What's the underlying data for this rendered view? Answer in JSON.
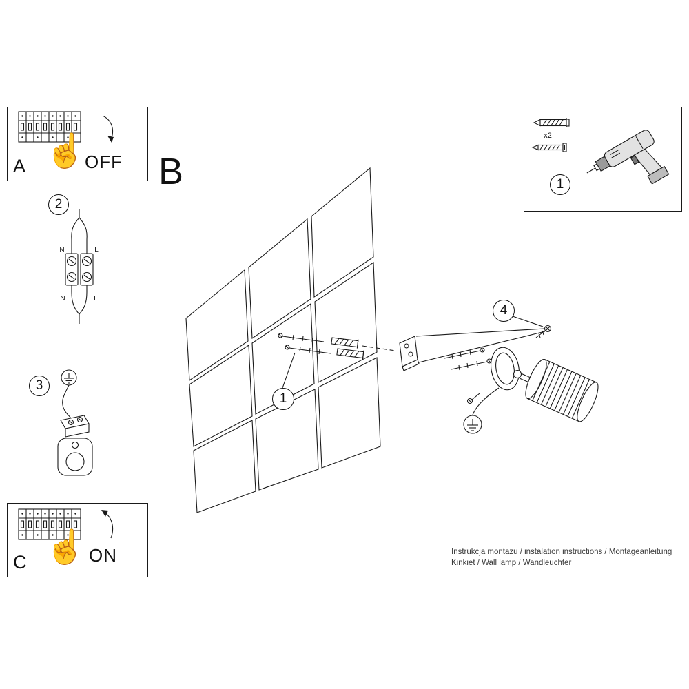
{
  "sheet": {
    "section_letter": "B",
    "footer_line1": "Instrukcja montażu / instalation instructions / Montageanleitung",
    "footer_line2": "Kinkiet / Wall lamp / Wandleuchter"
  },
  "power_off": {
    "letter": "A",
    "state": "OFF"
  },
  "power_on": {
    "letter": "C",
    "state": "ON"
  },
  "wiring": {
    "badge": "2",
    "n_top": "N",
    "l_top": "L",
    "n_bottom": "N",
    "l_bottom": "L"
  },
  "ground_step": {
    "badge": "3"
  },
  "hardware": {
    "badge": "1",
    "anchor_qty": "x2"
  },
  "wall_step": {
    "badge": "1"
  },
  "fixing_step": {
    "badge": "4"
  },
  "icons": {
    "hand": "☝"
  },
  "colors": {
    "line": "#1a1a1a",
    "background": "#ffffff"
  }
}
